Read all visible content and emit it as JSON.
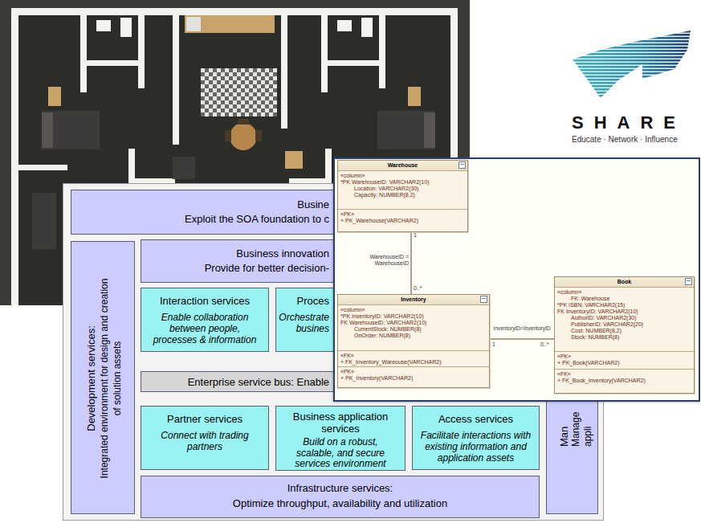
{
  "diagram": {
    "nodes": [
      {
        "text": [
          "Busine",
          "Exploit the SOA foundation to c"
        ]
      },
      {
        "text": [
          "Development services:",
          "Integrated environment for design and creation of solution assets"
        ]
      },
      {
        "text": [
          "Business innovation",
          "Provide for better decision-"
        ]
      },
      {
        "text": [
          "Interaction services",
          "Enable collaboration between people, processes & information"
        ]
      },
      {
        "text": [
          "Proces",
          "Orchestrate busines"
        ]
      },
      {
        "text": [
          "Enterprise service bus: Enable"
        ]
      },
      {
        "text": [
          "Partner services",
          "Connect with trading partners"
        ]
      },
      {
        "text": [
          "Business application services",
          "Build on a robust, scalable, and secure services environment"
        ]
      },
      {
        "text": [
          "Access services",
          "Facilitate interactions with existing information and application assets"
        ]
      },
      {
        "text": [
          "Man",
          "Manage appli"
        ]
      },
      {
        "text": [
          "Infrastructure services:",
          "Optimize throughput, availability and utilization"
        ]
      },
      {
        "text": [
          "Warehouse",
          "«column»",
          "*PK WarehouseID: VARCHAR2(10)",
          "Location: VARCHAR2(30)",
          "Capacity: NUMBER(8,2)",
          "«PK»",
          "+ PK_Warehouse(VARCHAR2)"
        ]
      },
      {
        "text": [
          "Inventory",
          "«column»",
          "*PK InventoryID: VARCHAR2(10)",
          "FK WarehouseID: VARCHAR2(10)",
          "CurrentStock: NUMBER(8)",
          "OnOrder: NUMBER(8)",
          "«FK»",
          "+ FK_Inventory_Wareouse(VARCHAR2)",
          "«PK»",
          "+ PK_Inventory(VARCHAR2)"
        ]
      },
      {
        "text": [
          "Book",
          "«column»",
          "FK: Warehouse",
          "*PK ISBN: VARCHAR2(15)",
          "FK InventoryID: VARCHAR2(10)",
          "AuthorID: VARCHAR2(30)",
          "PublisherID: VARCHAR2(20)",
          "Cost: NUMBER(8,2)",
          "Stock: NUMBER(8)",
          "«PK»",
          "+ PK_Book(VARCHAR2)",
          "«FK»",
          "+ FK_Book_Inventory(VARCHAR2)"
        ]
      }
    ],
    "edges": [
      {
        "from": 11,
        "to": 12,
        "arrow": "none",
        "label": "WarehouseID = WarehouseID"
      },
      {
        "from": 12,
        "to": 13,
        "arrow": "none",
        "label": "InventoryID=InventoryID"
      }
    ],
    "labels": [
      "1",
      "0..*",
      "1",
      "0..*",
      "SHARE",
      "Educate · Network · Influence"
    ]
  }
}
